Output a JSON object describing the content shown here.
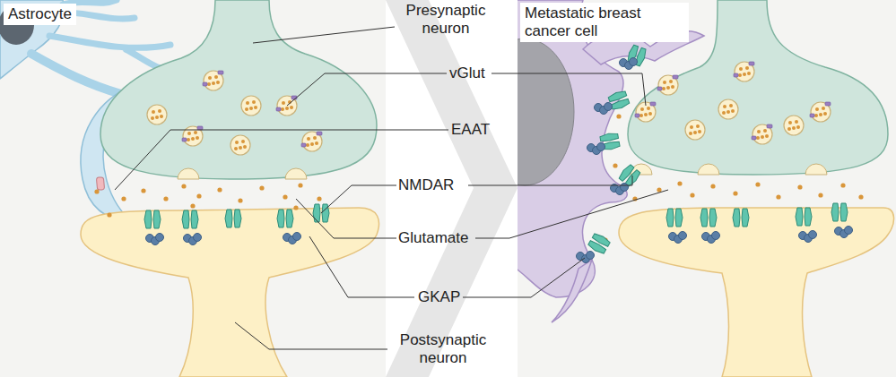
{
  "diagram": {
    "labels": [
      "Astrocyte",
      "Presynaptic neuron",
      "Metastatic breast cancer cell",
      "vGlut",
      "EAAT",
      "NMDAR",
      "Glutamate",
      "GKAP",
      "Postsynaptic neuron"
    ]
  }
}
